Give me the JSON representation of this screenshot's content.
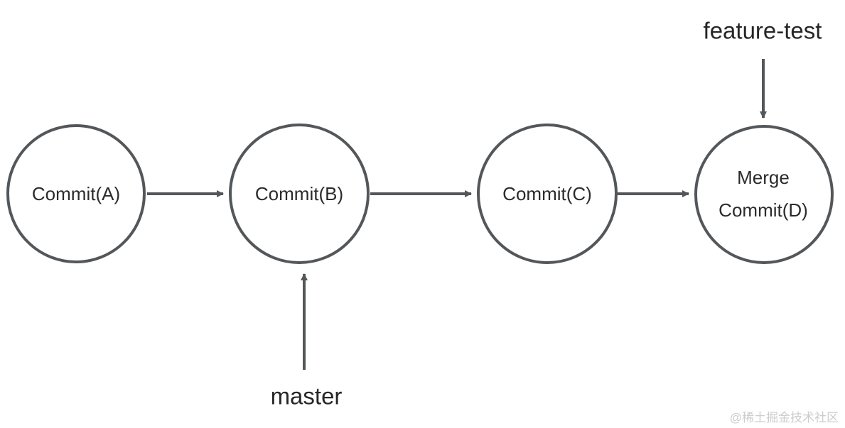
{
  "diagram": {
    "type": "git-commit-graph",
    "nodes": [
      {
        "id": "A",
        "label": "Commit(A)"
      },
      {
        "id": "B",
        "label": "Commit(B)"
      },
      {
        "id": "C",
        "label": "Commit(C)"
      },
      {
        "id": "D",
        "label_line1": "Merge",
        "label_line2": "Commit(D)"
      }
    ],
    "edges": [
      {
        "from": "A",
        "to": "B",
        "direction": "right"
      },
      {
        "from": "B",
        "to": "C",
        "direction": "right"
      },
      {
        "from": "C",
        "to": "D",
        "direction": "right"
      }
    ],
    "branch_labels": [
      {
        "text": "feature-test",
        "points_to": "D",
        "arrow_direction": "down"
      },
      {
        "text": "master",
        "points_to": "B",
        "arrow_direction": "up"
      }
    ],
    "colors": {
      "stroke": "#54575a",
      "node_fill": "#ffffff",
      "text": "#2b2b2b",
      "background": "#ffffff",
      "watermark": "#cccccc"
    }
  },
  "watermark": {
    "text": "@稀土掘金技术社区"
  }
}
